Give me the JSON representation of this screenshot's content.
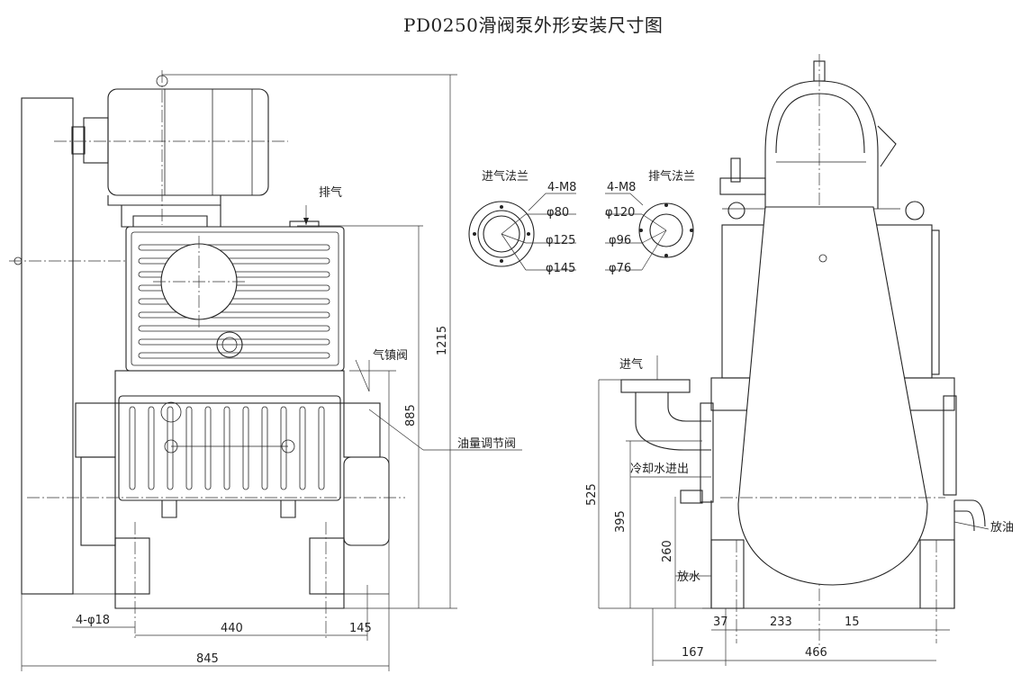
{
  "title": "PD0250滑阀泵外形安装尺寸图",
  "labels": {
    "exhaust": "排气",
    "gas_ballast_valve": "气镇阀",
    "oil_adjust_valve": "油量调节阀",
    "inlet": "进气",
    "cooling_water_out": "冷却水进出",
    "drain_water": "放水",
    "drain_oil": "放油",
    "inlet_flange": "进气法兰",
    "exhaust_flange": "排气法兰"
  },
  "inlet_flange_dims": {
    "bolts": "4-M8",
    "d1": "φ80",
    "d2": "φ125",
    "d3": "φ145"
  },
  "exhaust_flange_dims": {
    "bolts": "4-M8",
    "d1": "φ120",
    "d2": "φ96",
    "d3": "φ76"
  },
  "front_dims": {
    "height_total": "1215",
    "height_mid": "885",
    "foot_holes": "4-φ18",
    "span": "440",
    "offset": "145",
    "length": "845"
  },
  "side_dims": {
    "h525": "525",
    "h395": "395",
    "h260": "260",
    "w37": "37",
    "w233": "233",
    "w15": "15",
    "w167": "167",
    "w466": "466"
  }
}
